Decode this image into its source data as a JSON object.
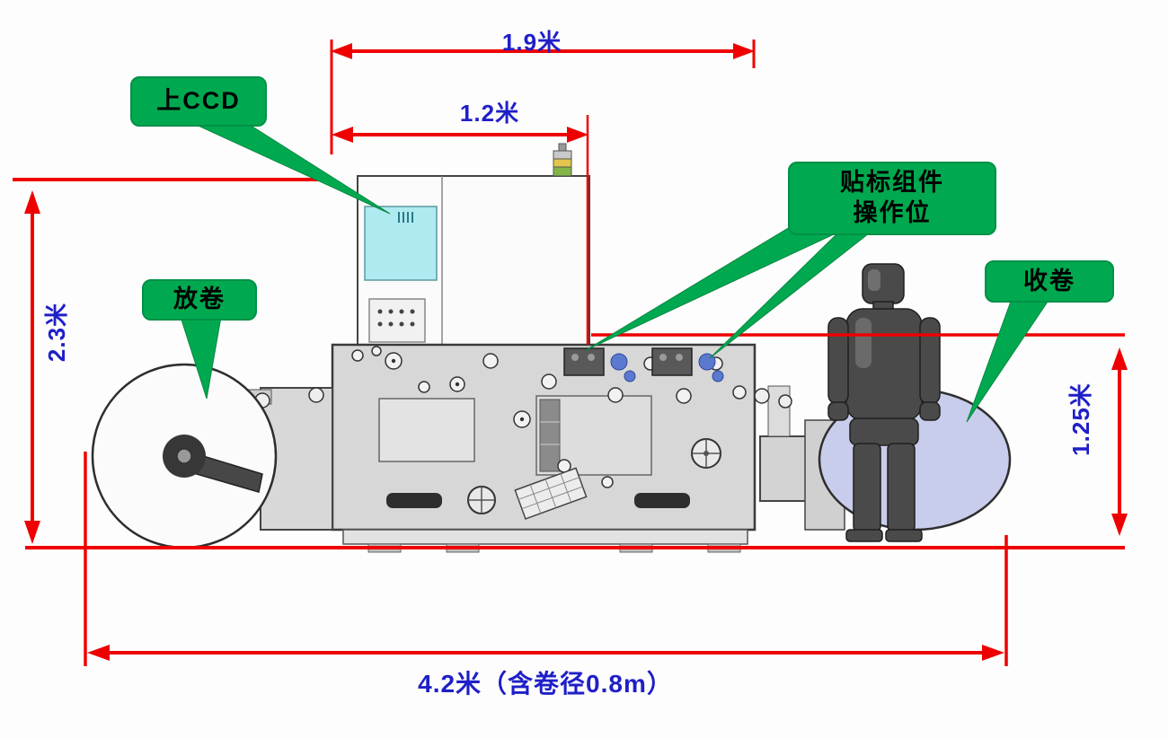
{
  "diagram": {
    "title": "labeling-machine-dimension-diagram",
    "colors": {
      "dimension_red": "#EE0000",
      "callout_green": "#00A94F",
      "dimension_text_blue": "#1F1FC8",
      "callout_text": "#000000",
      "rewind_roll_fill": "#C9CDEC",
      "ccd_screen_cyan": "#AEEAF0"
    },
    "dimensions": {
      "top_width": "1.9米",
      "inner_width": "1.2米",
      "left_height": "2.3米",
      "right_height": "1.25米",
      "total_width": "4.2米（含卷径0.8m）"
    },
    "callouts": {
      "upper_ccd": "上CCD",
      "labeling_unit_line1": "贴标组件",
      "labeling_unit_line2": "操作位",
      "unwind": "放卷",
      "rewind": "收卷"
    }
  }
}
